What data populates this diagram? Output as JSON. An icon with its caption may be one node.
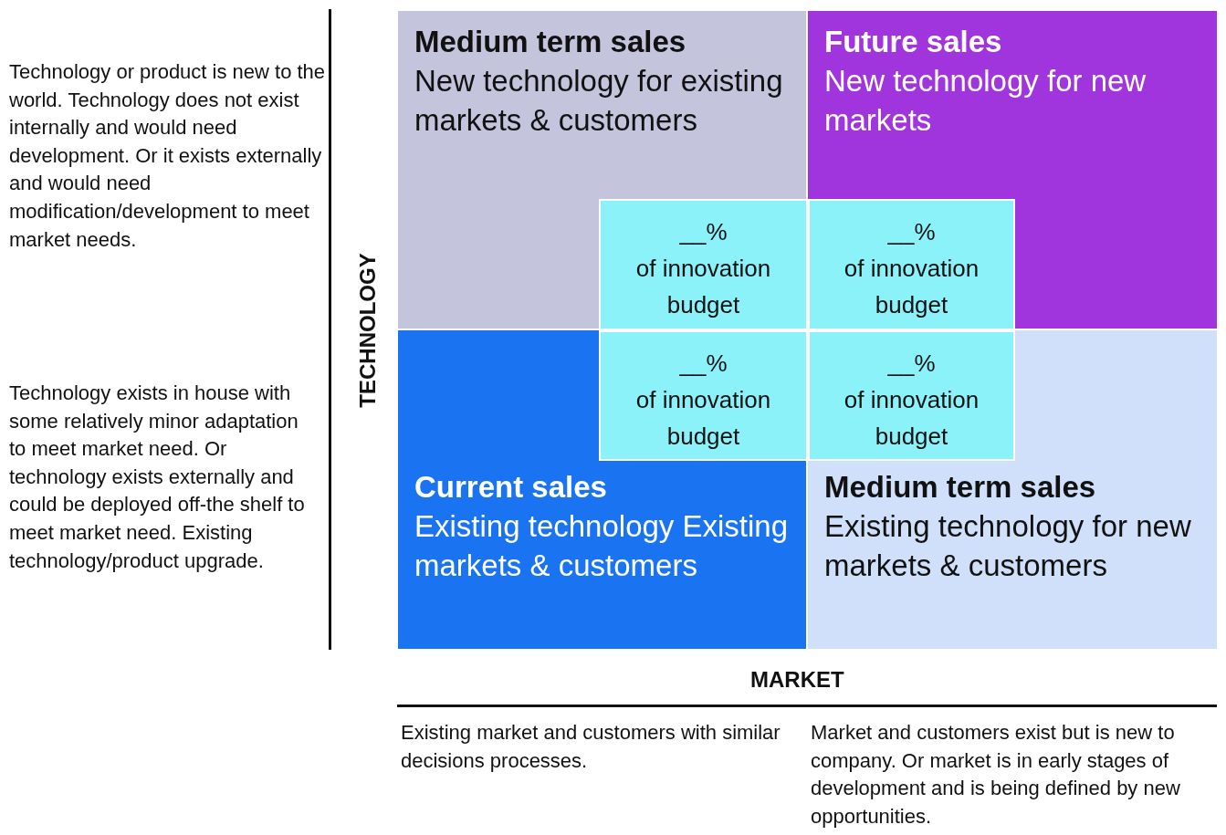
{
  "diagram": {
    "nodes": [
      {
        "text": [
          "Medium term sales",
          "New technology for existing markets & customers"
        ]
      },
      {
        "text": [
          "Future sales",
          "New technology for new markets"
        ]
      },
      {
        "text": [
          "Current sales",
          "Existing technology Existing markets & customers"
        ]
      },
      {
        "text": [
          "Medium term sales",
          "Existing technology for new markets & customers"
        ]
      },
      {
        "text": [
          "__%",
          "of innovation budget"
        ],
        "in": 0
      },
      {
        "text": [
          "__%",
          "of innovation budget"
        ],
        "in": 1
      },
      {
        "text": [
          "__%",
          "of innovation budget"
        ],
        "in": 2
      },
      {
        "text": [
          "__%",
          "of innovation budget"
        ],
        "in": 3
      }
    ],
    "labels": [
      "Technology or product is new to the world. Technology does not exist internally and would need development. Or it exists externally and would need modification/development to meet market needs.",
      "Technology exists in house with some relatively minor adaptation to meet market need. Or technology exists externally and could be deployed off-the shelf to meet market need. Existing technology/product upgrade.",
      "TECHNOLOGY",
      "MARKET",
      "Existing market and customers with similar decisions processes.",
      "Market and customers exist but is new to company. Or market is in early stages of development and is being defined by new opportunities."
    ]
  }
}
